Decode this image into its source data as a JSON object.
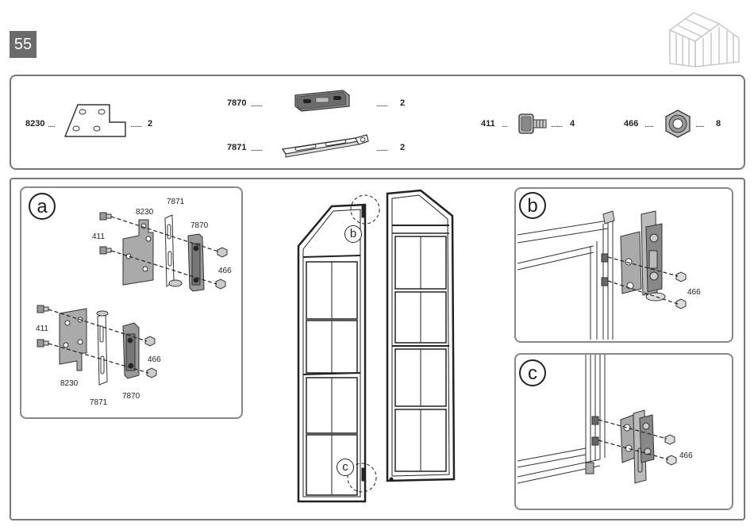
{
  "step_number": "55",
  "parts": [
    {
      "code": "8230",
      "qty": "2",
      "icon": "flat-plate-icon"
    },
    {
      "code": "7870",
      "qty": "2",
      "icon": "channel-bracket-icon"
    },
    {
      "code": "7871",
      "qty": "2",
      "icon": "strap-bracket-icon"
    },
    {
      "code": "411",
      "qty": "4",
      "icon": "bolt-icon"
    },
    {
      "code": "466",
      "qty": "8",
      "icon": "nut-icon"
    }
  ],
  "details": {
    "a": {
      "letter": "a",
      "labels": [
        "8230",
        "7871",
        "7870",
        "411",
        "466",
        "411",
        "466",
        "8230",
        "7871",
        "7870"
      ]
    },
    "b": {
      "letter": "b",
      "labels": [
        "466"
      ]
    },
    "c": {
      "letter": "c",
      "labels": [
        "466"
      ]
    }
  },
  "door_callouts": [
    "b",
    "c"
  ]
}
